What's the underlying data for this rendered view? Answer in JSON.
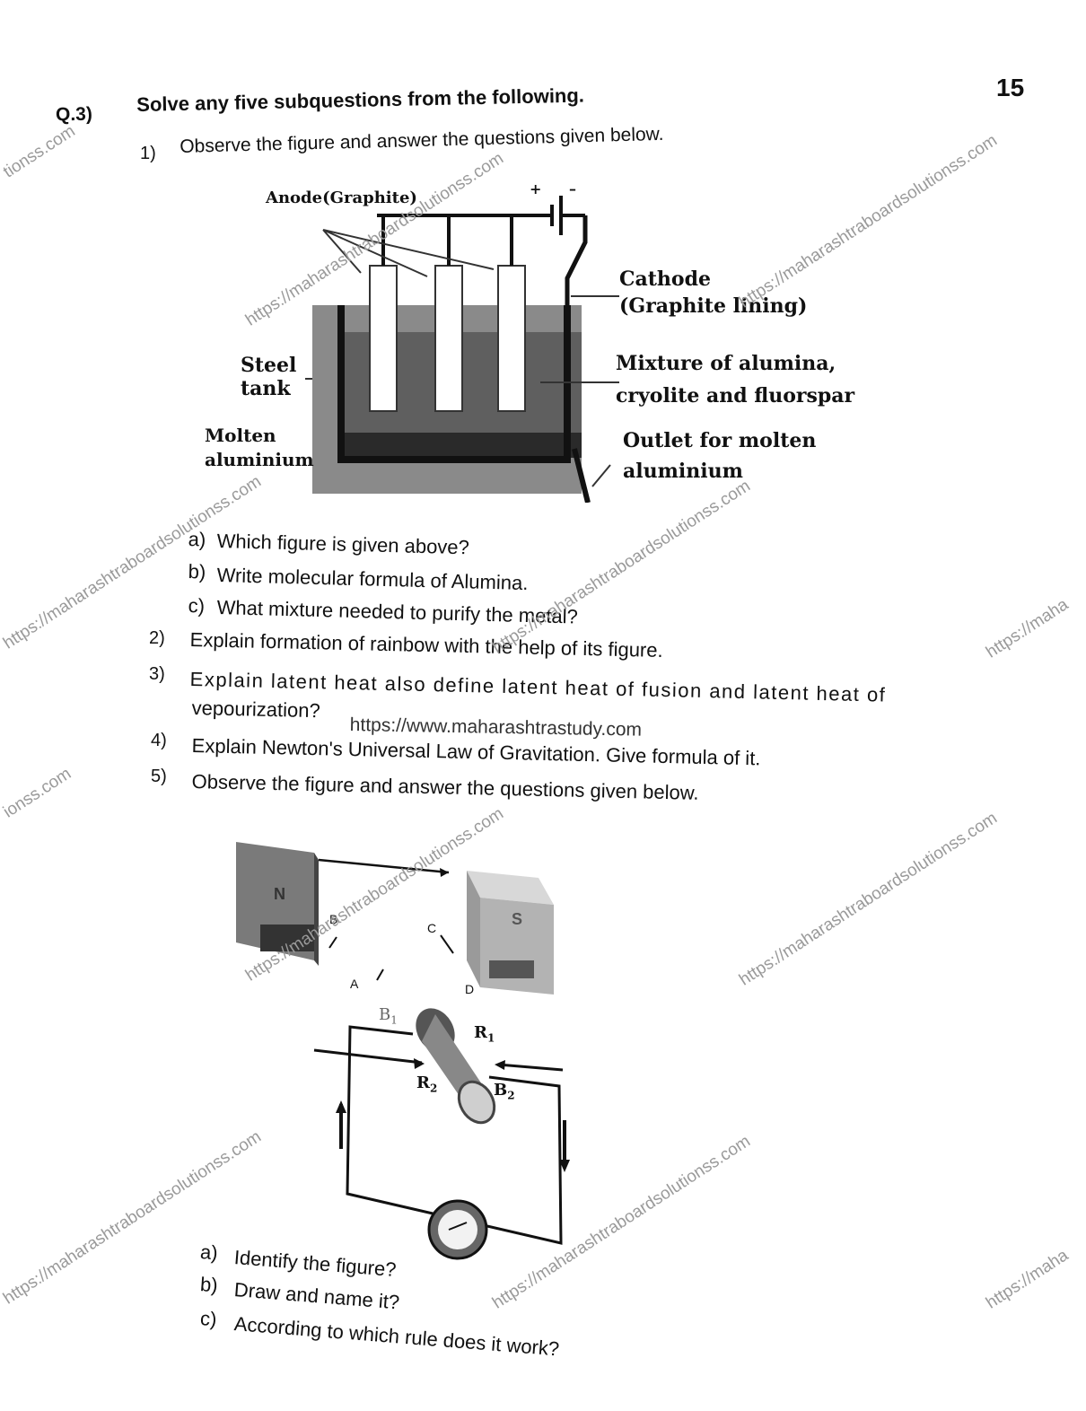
{
  "page_number": "15",
  "question": {
    "number": "Q.3)",
    "title": "Solve any five subquestions from the following."
  },
  "subquestions": [
    {
      "num": "1)",
      "text": "Observe the figure and answer the questions given below."
    },
    {
      "num": "2)",
      "text": "Explain formation of rainbow with the help of its figure."
    },
    {
      "num": "3)",
      "text": "Explain latent heat also define latent heat of fusion and latent heat of",
      "text2": "vepourization?",
      "link": "https://www.maharashtrastudy.com"
    },
    {
      "num": "4)",
      "text": "Explain Newton's Universal Law of Gravitation. Give formula of it."
    },
    {
      "num": "5)",
      "text": "Observe the figure and answer the questions given below."
    }
  ],
  "fig1": {
    "labels": {
      "anode": "Anode(Graphite)",
      "plus": "+",
      "minus": "–",
      "cathode1": "Cathode",
      "cathode2": "(Graphite lining)",
      "steel1": "Steel",
      "steel2": "tank",
      "mix1": "Mixture of alumina,",
      "mix2": "cryolite and fluorspar",
      "molten1": "Molten",
      "molten2": "aluminium",
      "outlet1": "Outlet  for  molten",
      "outlet2": "aluminium"
    },
    "questions": [
      {
        "label": "a)",
        "text": "Which figure is given above?"
      },
      {
        "label": "b)",
        "text": "Write molecular formula of Alumina."
      },
      {
        "label": "c)",
        "text": "What mixture needed to purify the metal?"
      }
    ]
  },
  "fig2": {
    "labels": {
      "n": "N",
      "s": "S",
      "a": "A",
      "b": "B",
      "c": "C",
      "d": "D",
      "b1": "B",
      "b1sub": "1",
      "b2": "B",
      "b2sub": "2",
      "r1": "R",
      "r1sub": "1",
      "r2": "R",
      "r2sub": "2"
    },
    "questions": [
      {
        "label": "a)",
        "text": "Identify the figure?"
      },
      {
        "label": "b)",
        "text": "Draw and name it?"
      },
      {
        "label": "c)",
        "text": "According to which rule does it work?"
      }
    ]
  },
  "watermarks": {
    "w1": "https://maharashtraboardsolutionss.com",
    "w2": "https://maha",
    "w3": "ionss.com",
    "w4": "tionss.com"
  }
}
